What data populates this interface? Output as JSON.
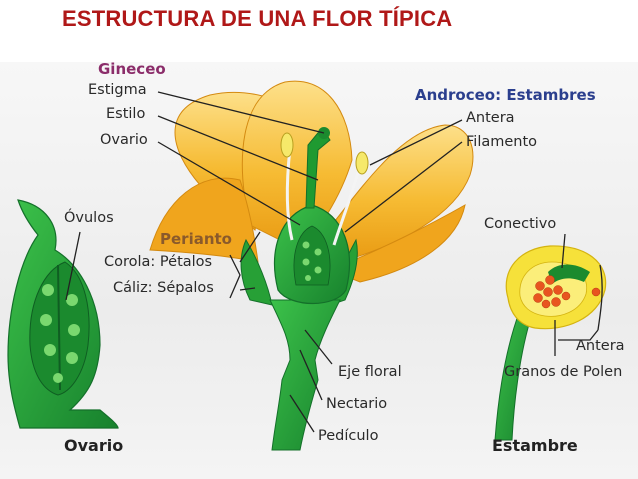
{
  "title": "ESTRUCTURA DE UNA FLOR TÍPICA",
  "gynoecium": {
    "header": "Gineceo",
    "stigma": "Estigma",
    "style": "Estilo",
    "ovary": "Ovario"
  },
  "androecium": {
    "header": "Androceo: Estambres",
    "anther": "Antera",
    "filament": "Filamento"
  },
  "ovules": "Óvulos",
  "perianth": {
    "header": "Perianto",
    "corolla": "Corola: Pétalos",
    "calyx": "Cáliz: Sépalos"
  },
  "connective": "Conectivo",
  "anther_detail": "Antera",
  "pollen_grains": "Granos de Polen",
  "floral_axis": "Eje floral",
  "nectary": "Nectario",
  "pedicel": "Pedículo",
  "caption_ovary": "Ovario",
  "caption_stamen": "Estambre",
  "colors": {
    "title": "#b01818",
    "petal": "#f5b82e",
    "petal_light": "#fcd76a",
    "green": "#2aa33a",
    "green_dark": "#14702a",
    "pollen": "#e8551f"
  }
}
